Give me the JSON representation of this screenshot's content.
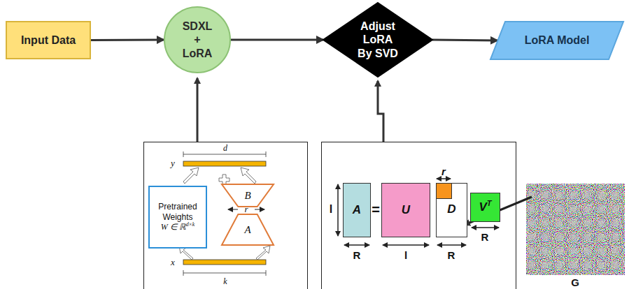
{
  "diagram": {
    "nodes": [
      {
        "text": [
          "Input Data"
        ]
      },
      {
        "text": [
          "SDXL + LoRA"
        ]
      },
      {
        "text": [
          "Adjust LoRA By SVD"
        ]
      },
      {
        "text": [
          "LoRA Model"
        ]
      },
      {
        "text": [
          "Pretrained Weights",
          "W ∈ ℝ",
          "d×k"
        ]
      },
      {
        "text": [
          "B"
        ]
      },
      {
        "text": [
          "A"
        ]
      },
      {
        "text": [
          "A"
        ]
      },
      {
        "text": [
          "U"
        ]
      },
      {
        "text": [
          "D"
        ]
      },
      {
        "text": [
          "V",
          "T"
        ]
      }
    ],
    "edges": [
      {
        "from": 0,
        "to": 1,
        "arrow": "to"
      },
      {
        "from": 1,
        "to": 2,
        "arrow": "to"
      },
      {
        "from": 2,
        "to": 3,
        "arrow": "to"
      }
    ],
    "labels": [
      "d",
      "y",
      "r",
      "x",
      "k",
      "l",
      "=",
      "r",
      "R",
      "l",
      "R",
      "R",
      "G"
    ]
  }
}
